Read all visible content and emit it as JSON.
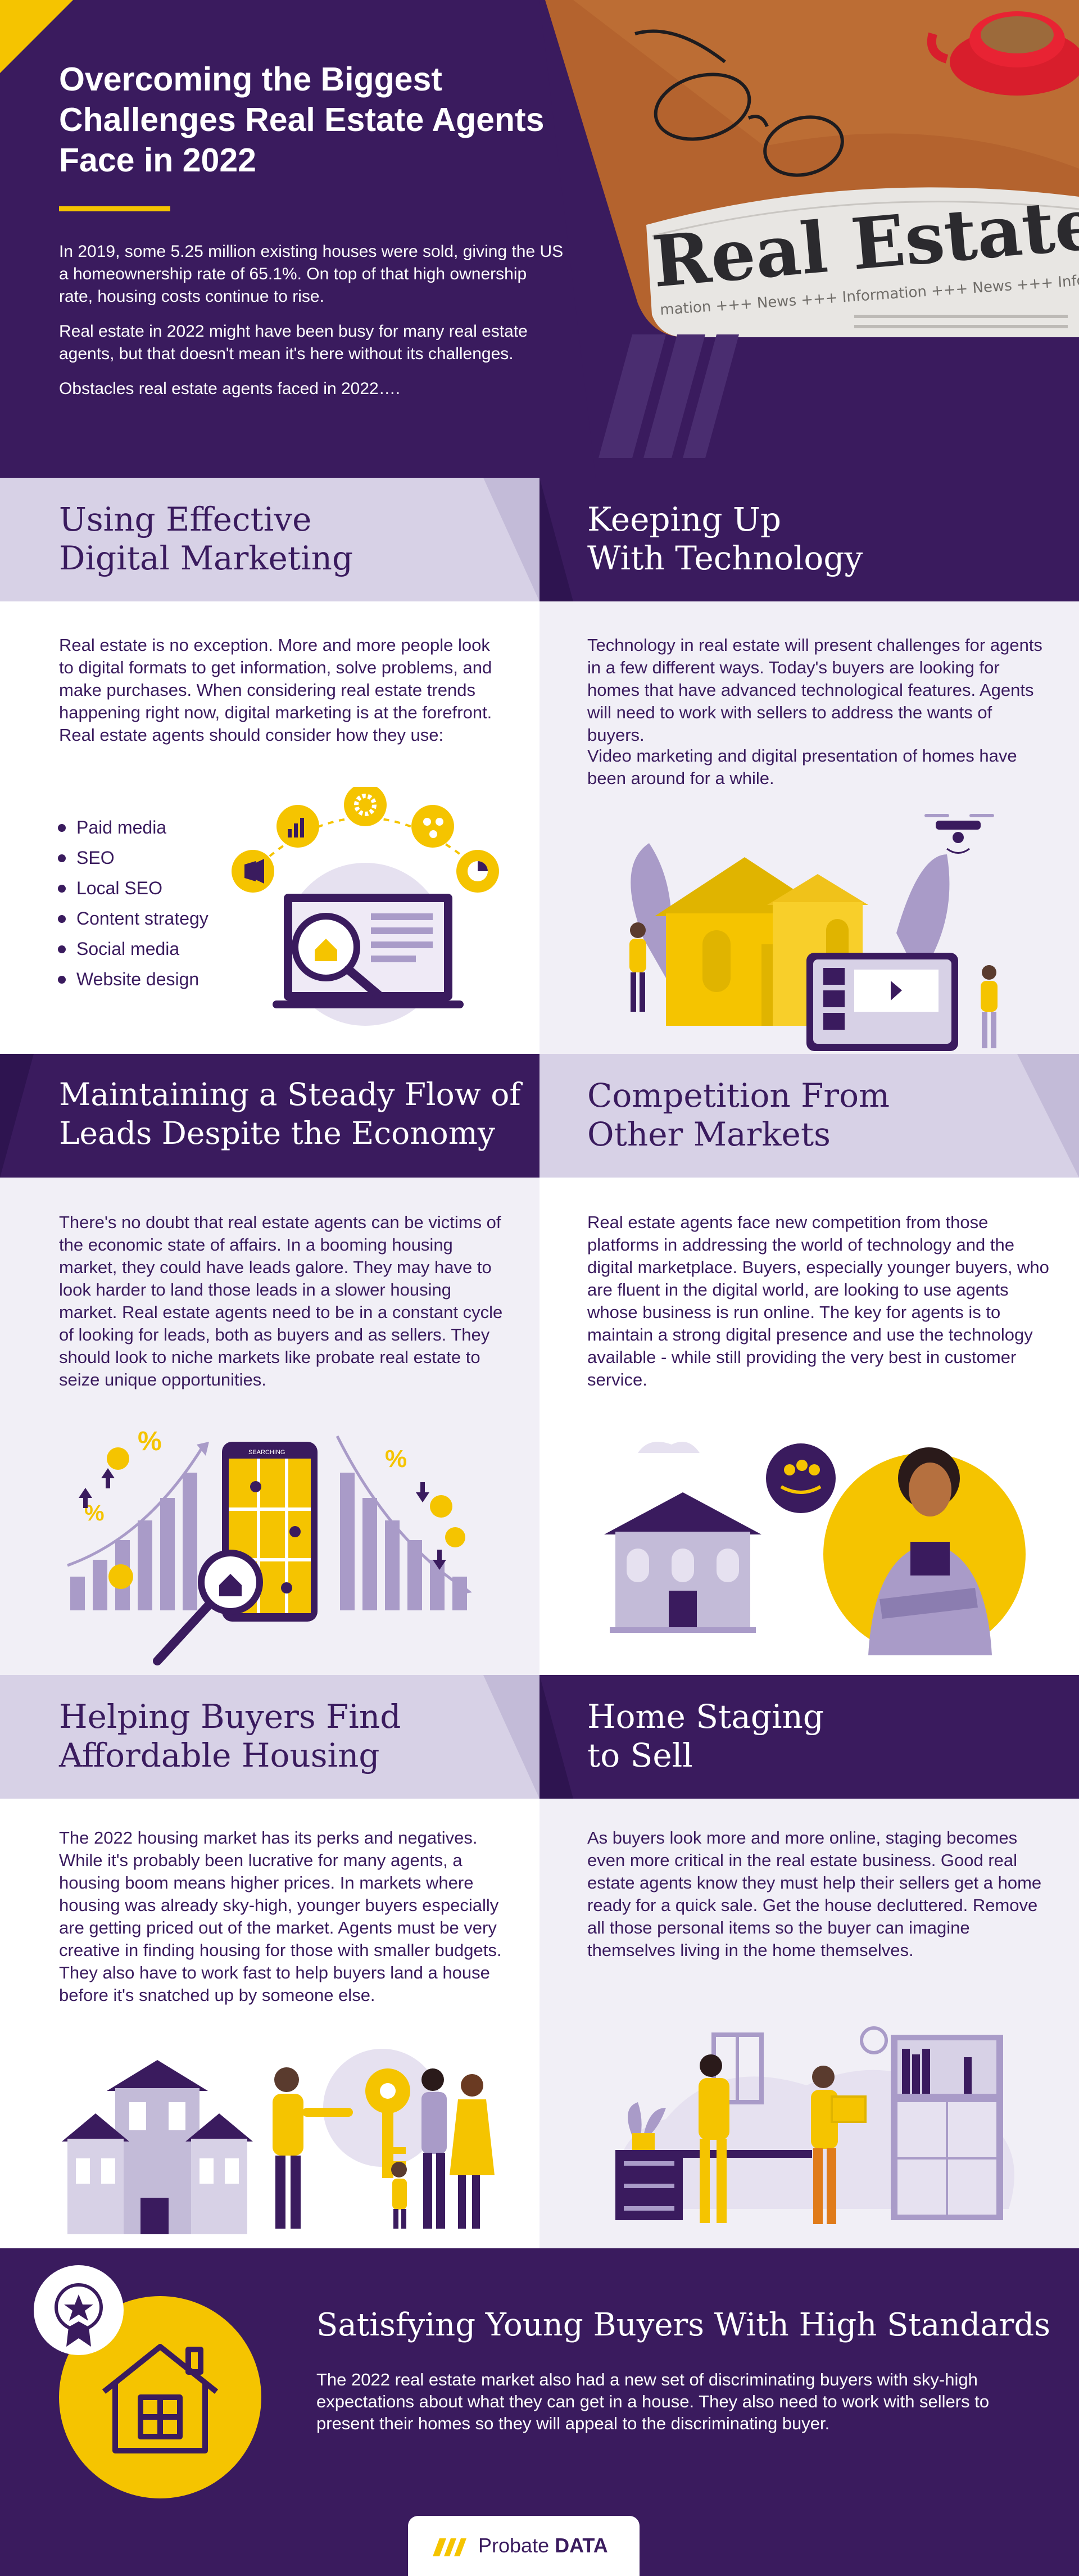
{
  "header": {
    "title": "Overcoming the Biggest Challenges Real Estate Agents Face in 2022",
    "paragraphs": [
      "In 2019, some 5.25 million existing houses were sold, giving the US a homeownership rate of 65.1%. On top of that high ownership rate, housing costs continue to rise.",
      "Real estate in 2022 might have been busy for many real estate agents, but that doesn't mean it's here without its challenges.",
      "Obstacles real estate agents faced in 2022…."
    ],
    "newspaper_headline": "Real Estate",
    "newspaper_ticker": "mation +++ News +++ Information +++ News +++ Inform"
  },
  "sections": {
    "digital_marketing": {
      "title_line1": "Using Effective",
      "title_line2": "Digital Marketing",
      "body": "Real estate is no exception. More and more people look to digital formats to get information, solve problems, and make purchases. When considering real estate trends happening right now, digital marketing is at the forefront. Real estate agents should consider how they use:",
      "bullets": [
        "Paid media",
        "SEO",
        "Local SEO",
        "Content strategy",
        "Social media",
        "Website design"
      ]
    },
    "technology": {
      "title_line1": "Keeping Up",
      "title_line2": "With Technology",
      "body": "Technology in real estate will present challenges for agents in a few different ways. Today's buyers are looking for homes that have advanced technological features. Agents will need to work with sellers to address the wants of buyers.",
      "body2": "Video marketing and digital presentation of homes have been around for a while."
    },
    "leads": {
      "title_line1": "Maintaining a Steady Flow of",
      "title_line2": "Leads Despite the Economy",
      "body": "There's no doubt that real estate agents can be victims of the economic state of affairs. In a booming housing market, they could have leads galore. They may have to look harder to land those leads in a slower housing market. Real estate agents need to be in a constant cycle of looking for leads, both as buyers and as sellers. They should look to niche markets like probate real estate to seize unique opportunities.",
      "phone_label": "SEARCHING",
      "percent_symbol": "%"
    },
    "competition": {
      "title_line1": "Competition From",
      "title_line2": "Other Markets",
      "body": "Real estate agents face new competition from those platforms in addressing the world of technology and the digital marketplace. Buyers, especially younger buyers, who are fluent in the digital world, are looking to use agents whose business is run online. The key for agents is to maintain a strong digital presence and use the technology available - while still providing the very best in customer service."
    },
    "affordable": {
      "title_line1": "Helping Buyers Find",
      "title_line2": "Affordable Housing",
      "body": "The 2022 housing market has its perks and negatives. While it's probably been lucrative for many agents, a housing boom means higher prices. In markets where housing was already sky-high, younger buyers especially are getting priced out of the market. Agents must be very creative in finding housing for those with smaller budgets. They also have to work fast to help buyers land a house before it's snatched up by someone else."
    },
    "staging": {
      "title_line1": "Home Staging",
      "title_line2": "to Sell",
      "body": "As buyers look more and more online, staging becomes even more critical in the real estate business. Good real estate agents know they must help their sellers get a home ready for a quick sale. Get the house decluttered. Remove all those personal items so the buyer can imagine themselves living in the home themselves."
    },
    "young_buyers": {
      "title": "Satisfying Young Buyers With High Standards",
      "body": "The 2022 real estate market also had a new set of discriminating buyers with sky-high expectations about what they can get in a house. They also need to work with sellers to present their homes so they will appeal to the discriminating buyer."
    }
  },
  "footer": {
    "logo_word1": "Probate",
    "logo_word2": "DATA"
  },
  "colors": {
    "purple_dark": "#3a1b5e",
    "purple_light": "#d7d1e6",
    "yellow": "#f5c400",
    "lavender": "#a99bc8"
  }
}
